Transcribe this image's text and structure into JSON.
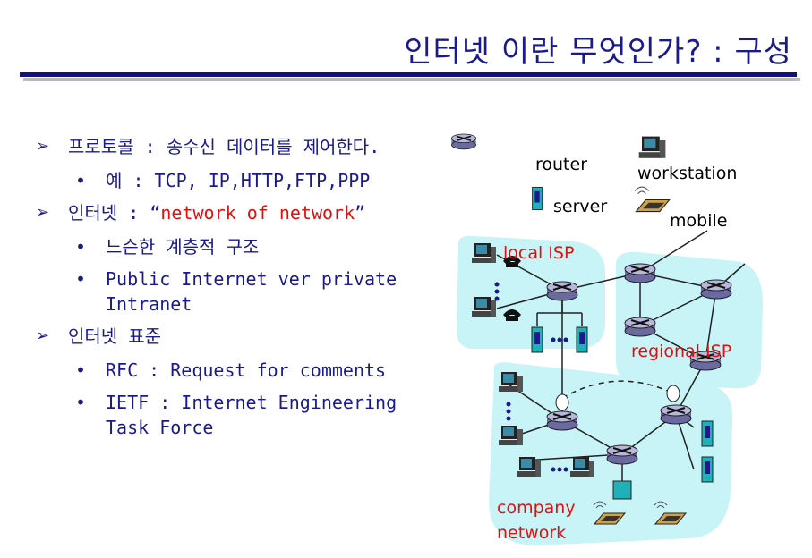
{
  "title": "인터넷 이란 무엇인가? : 구성",
  "bullets": [
    {
      "text": "프로토콜 : 송수신 데이터를  제어한다."
    },
    {
      "text": "예 : TCP, IP,HTTP,FTP,PPP"
    },
    {
      "prefix": "인터넷 : “",
      "highlight": "network of network",
      "suffix": "”"
    },
    {
      "text": "느슨한 계층적 구조"
    },
    {
      "text": "Public Internet ver private Intranet"
    },
    {
      "text": "인터넷 표준"
    },
    {
      "text": "RFC : Request for comments"
    },
    {
      "text": "IETF : Internet Engineering Task Force"
    }
  ],
  "diagram": {
    "legend": {
      "router": "router",
      "workstation": "workstation",
      "server": "server",
      "mobile": "mobile"
    },
    "labels": {
      "local_isp": "local ISP",
      "regional_isp": "regional ISP",
      "company_line1": "company",
      "company_line2": "network"
    }
  },
  "colors": {
    "title": "#1a1a8c",
    "text": "#1a1a8c",
    "highlight": "#e01010",
    "region_fill": "#c8f4f8"
  }
}
